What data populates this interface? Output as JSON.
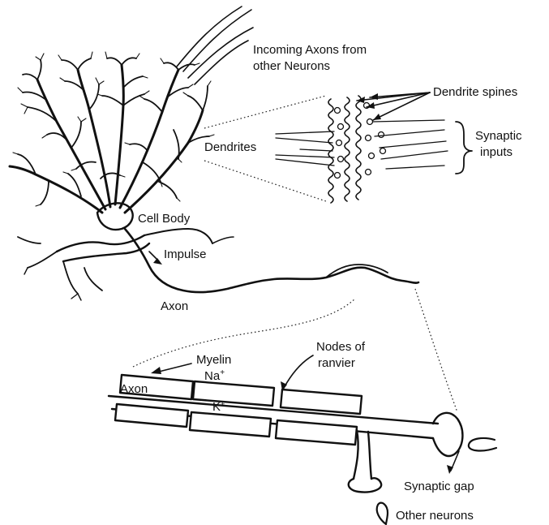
{
  "labels": {
    "incoming_axons_1": "Incoming Axons from",
    "incoming_axons_2": "other Neurons",
    "dendrite_spines": "Dendrite spines",
    "synaptic_inputs_1": "Synaptic",
    "synaptic_inputs_2": "inputs",
    "dendrites": "Dendrites",
    "cell_body": "Cell Body",
    "impulse": "Impulse",
    "axon": "Axon",
    "myelin": "Myelin",
    "na": "Na",
    "na_sup": "+",
    "nodes_of_ranvier_1": "Nodes of",
    "nodes_of_ranvier_2": "ranvier",
    "axon_detail": "Axon",
    "k": "K",
    "k_sup": "+",
    "synaptic_gap": "Synaptic gap",
    "other_neurons": "Other neurons"
  }
}
